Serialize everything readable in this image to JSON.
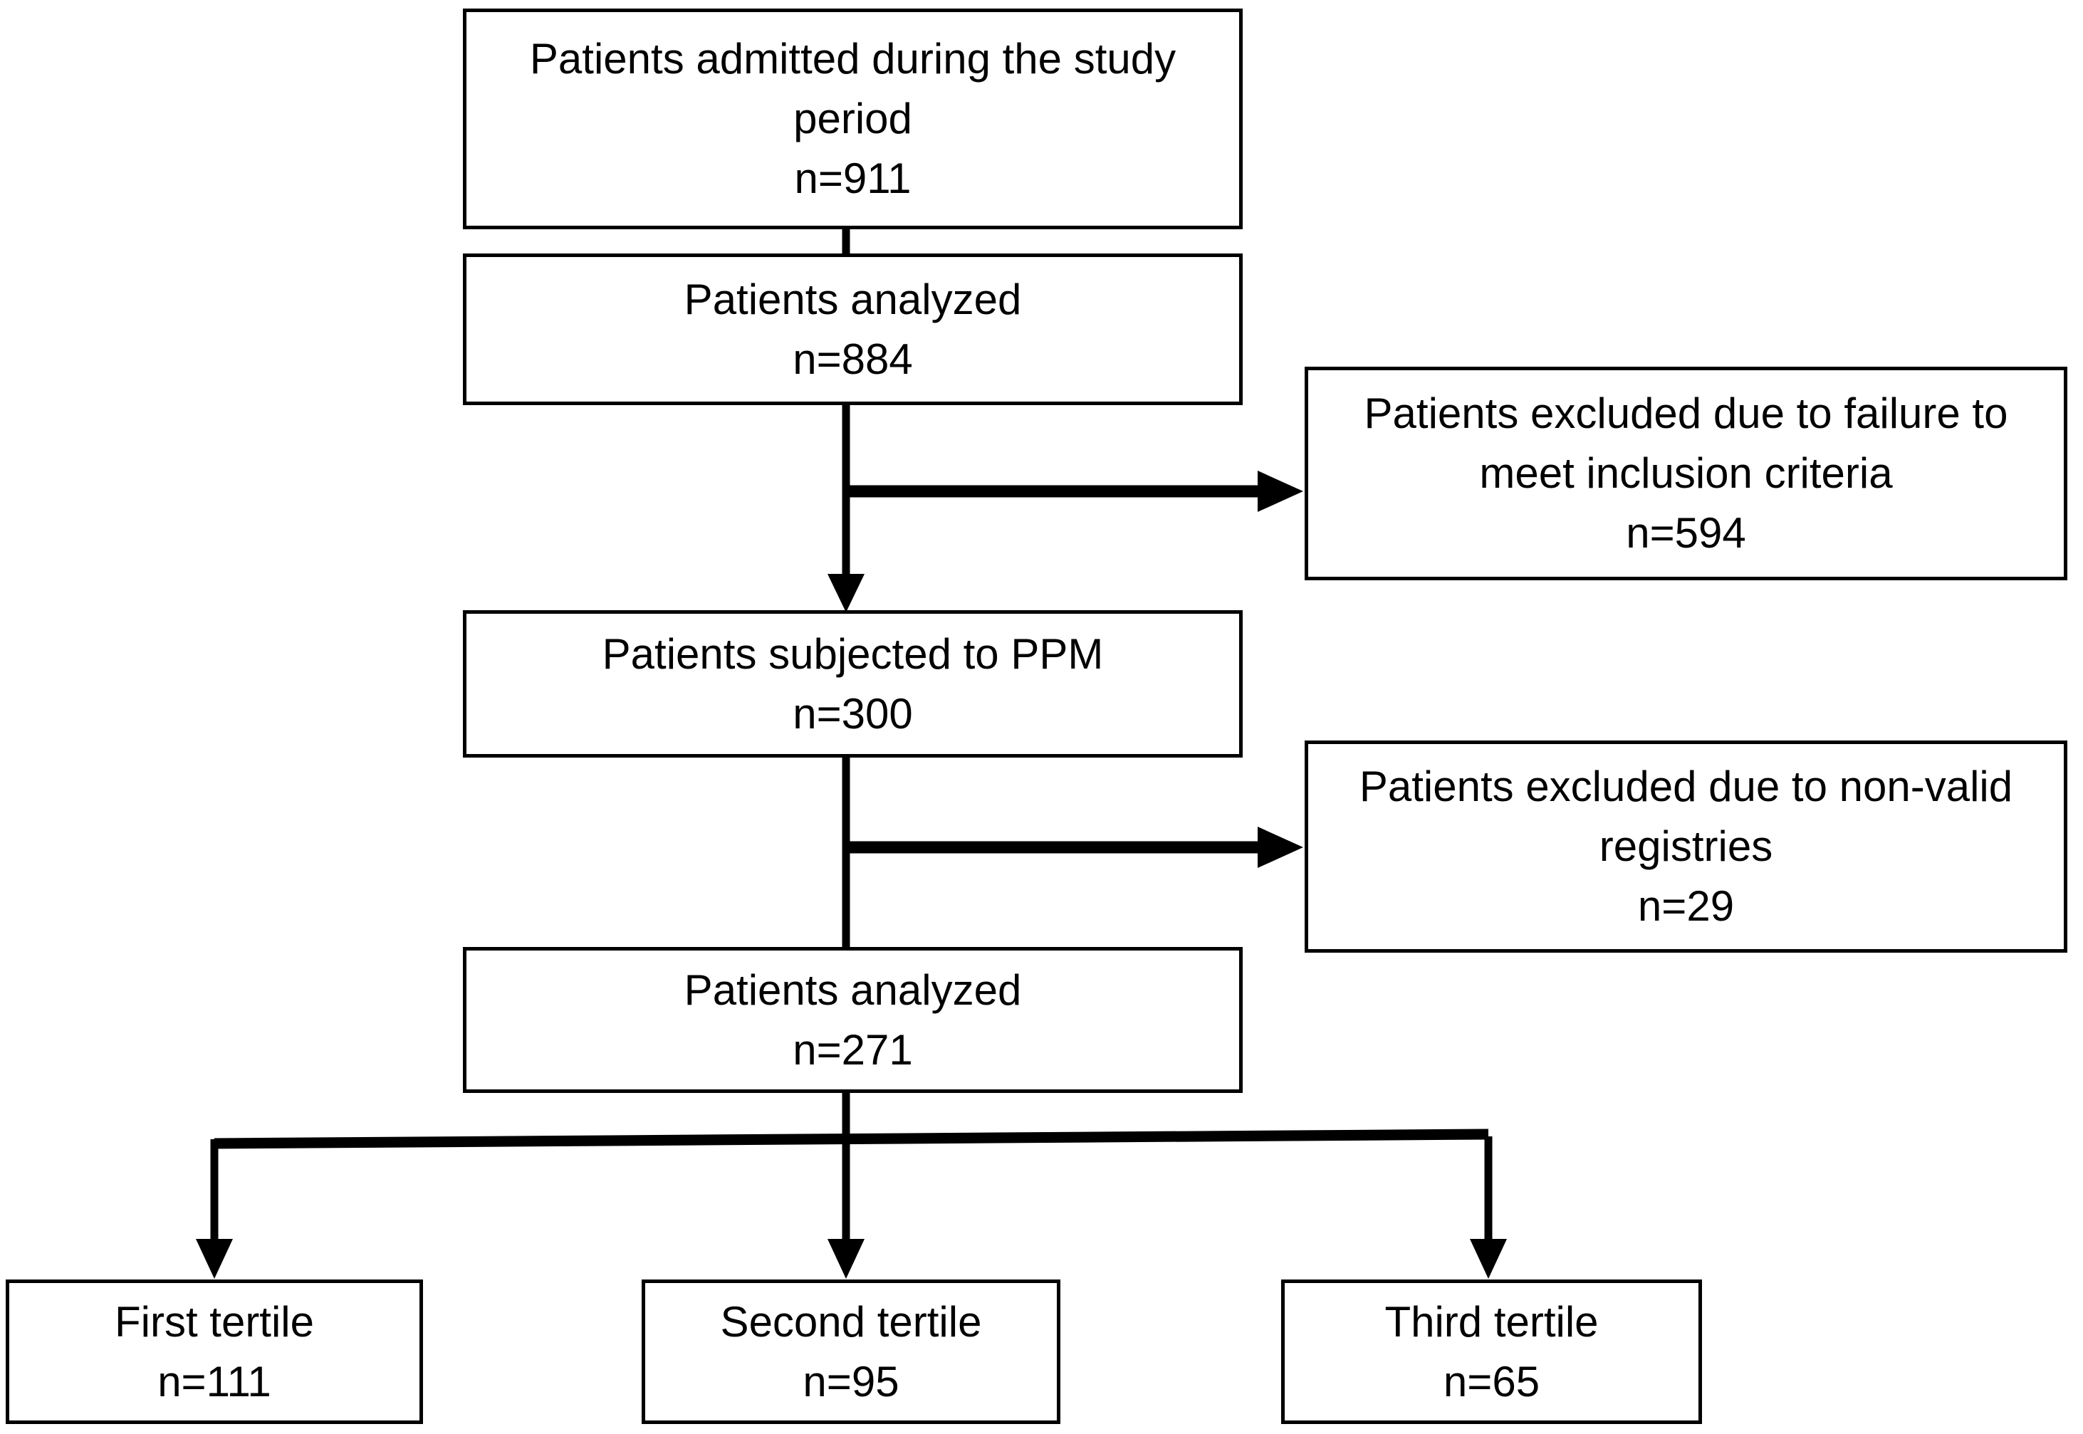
{
  "colors": {
    "ink": "#000000",
    "background": "#ffffff"
  },
  "boxes": {
    "admitted": {
      "lines": [
        "Patients admitted during the study",
        "period",
        "n=911"
      ]
    },
    "analyzed_first": {
      "lines": [
        "Patients analyzed",
        "n=884"
      ]
    },
    "excluded_inclusion": {
      "lines": [
        "Patients excluded due to failure to",
        "meet inclusion criteria",
        "n=594"
      ]
    },
    "ppm": {
      "lines": [
        "Patients subjected to PPM",
        "n=300"
      ]
    },
    "excluded_registries": {
      "lines": [
        "Patients excluded due to non-valid",
        "registries",
        "n=29"
      ]
    },
    "analyzed_final": {
      "lines": [
        "Patients analyzed",
        "n=271"
      ]
    },
    "tertile_first": {
      "lines": [
        "First tertile",
        "n=111"
      ]
    },
    "tertile_second": {
      "lines": [
        "Second tertile",
        "n=95"
      ]
    },
    "tertile_third": {
      "lines": [
        "Third tertile",
        "n=65"
      ]
    }
  }
}
